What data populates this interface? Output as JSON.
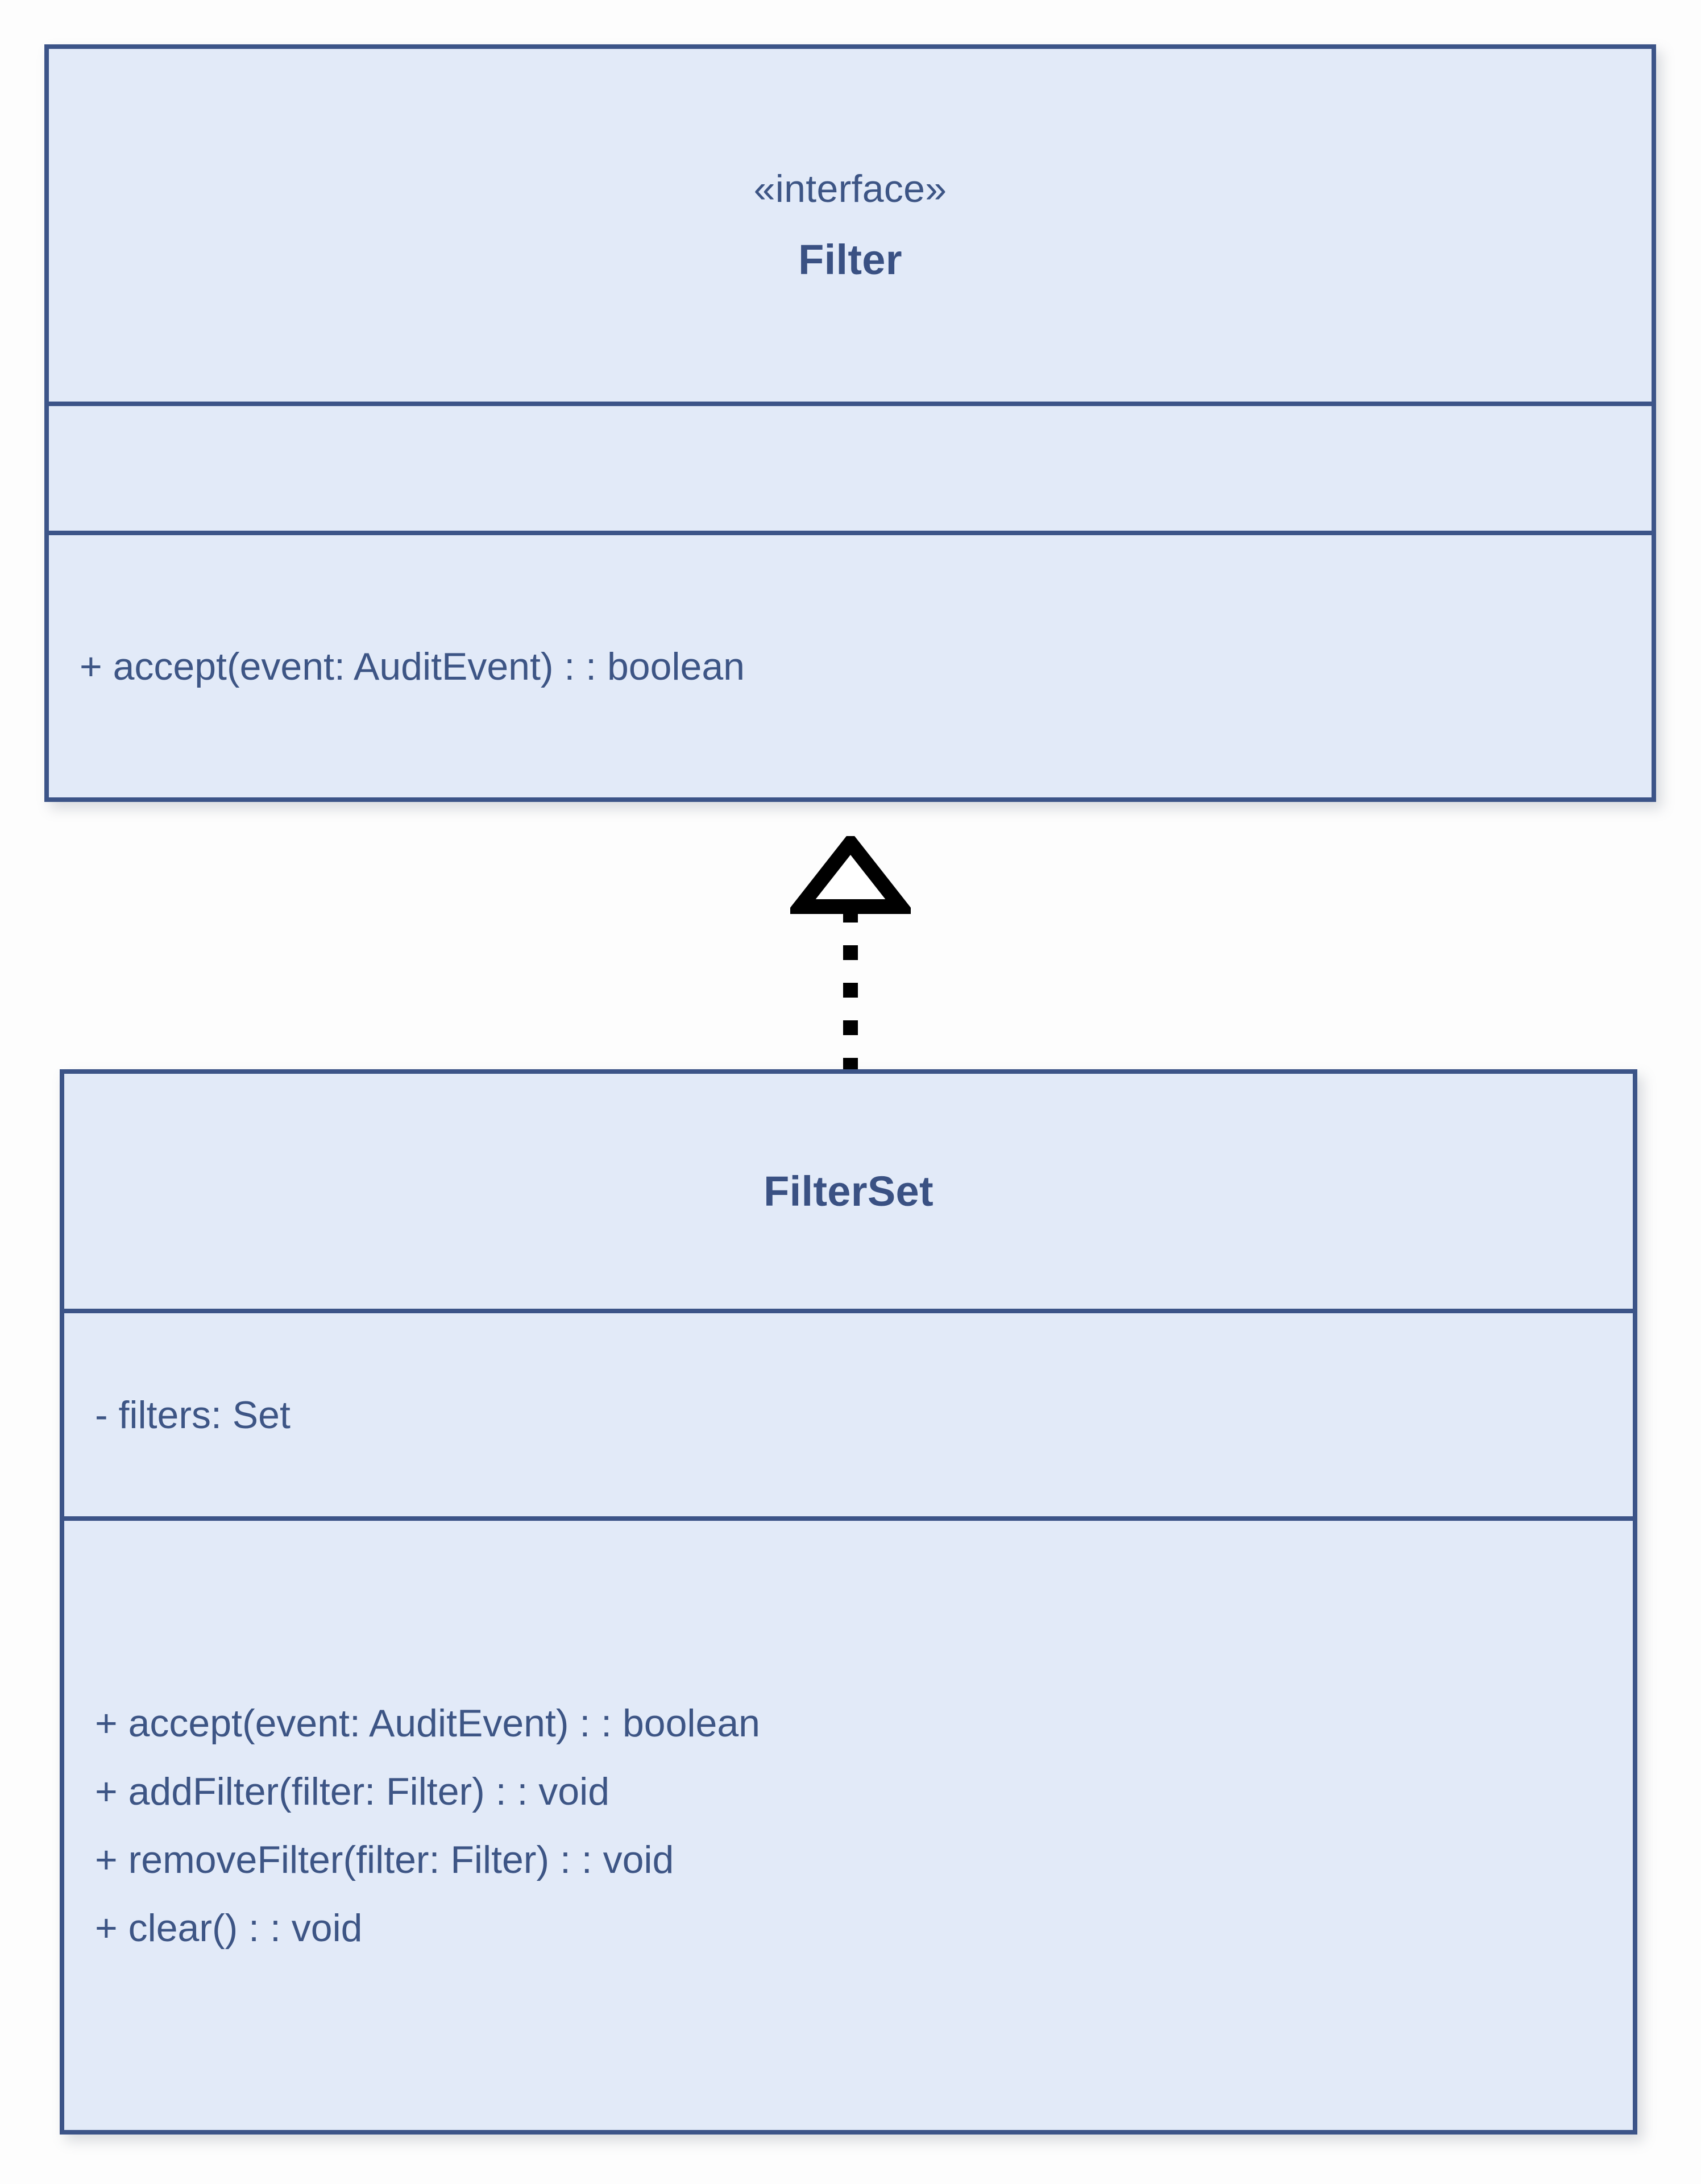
{
  "diagram": {
    "kind": "uml-class-diagram",
    "background_color": "#fdfdfd",
    "box_fill_color": "#e2eaf8",
    "box_border_color": "#3c5488",
    "text_color": "#3d5585",
    "title_color": "#3a5183",
    "connector_color": "#000000"
  },
  "classes": [
    {
      "id": "filter",
      "stereotype": "«interface»",
      "name": "Filter",
      "attributes": [],
      "methods": [
        "+ accept(event: AuditEvent) : : boolean"
      ]
    },
    {
      "id": "filterset",
      "stereotype": "",
      "name": "FilterSet",
      "attributes": [
        "- filters: Set"
      ],
      "methods": [
        "+ accept(event: AuditEvent) : : boolean",
        "+ addFilter(filter: Filter) : : void",
        "+ removeFilter(filter: Filter) : : void",
        "+ clear() : : void"
      ]
    }
  ],
  "relationships": [
    {
      "id": "filterset-realizes-filter",
      "type": "realization",
      "line_style": "dotted",
      "arrow_head": "hollow-triangle",
      "source": "FilterSet",
      "target": "Filter"
    }
  ]
}
